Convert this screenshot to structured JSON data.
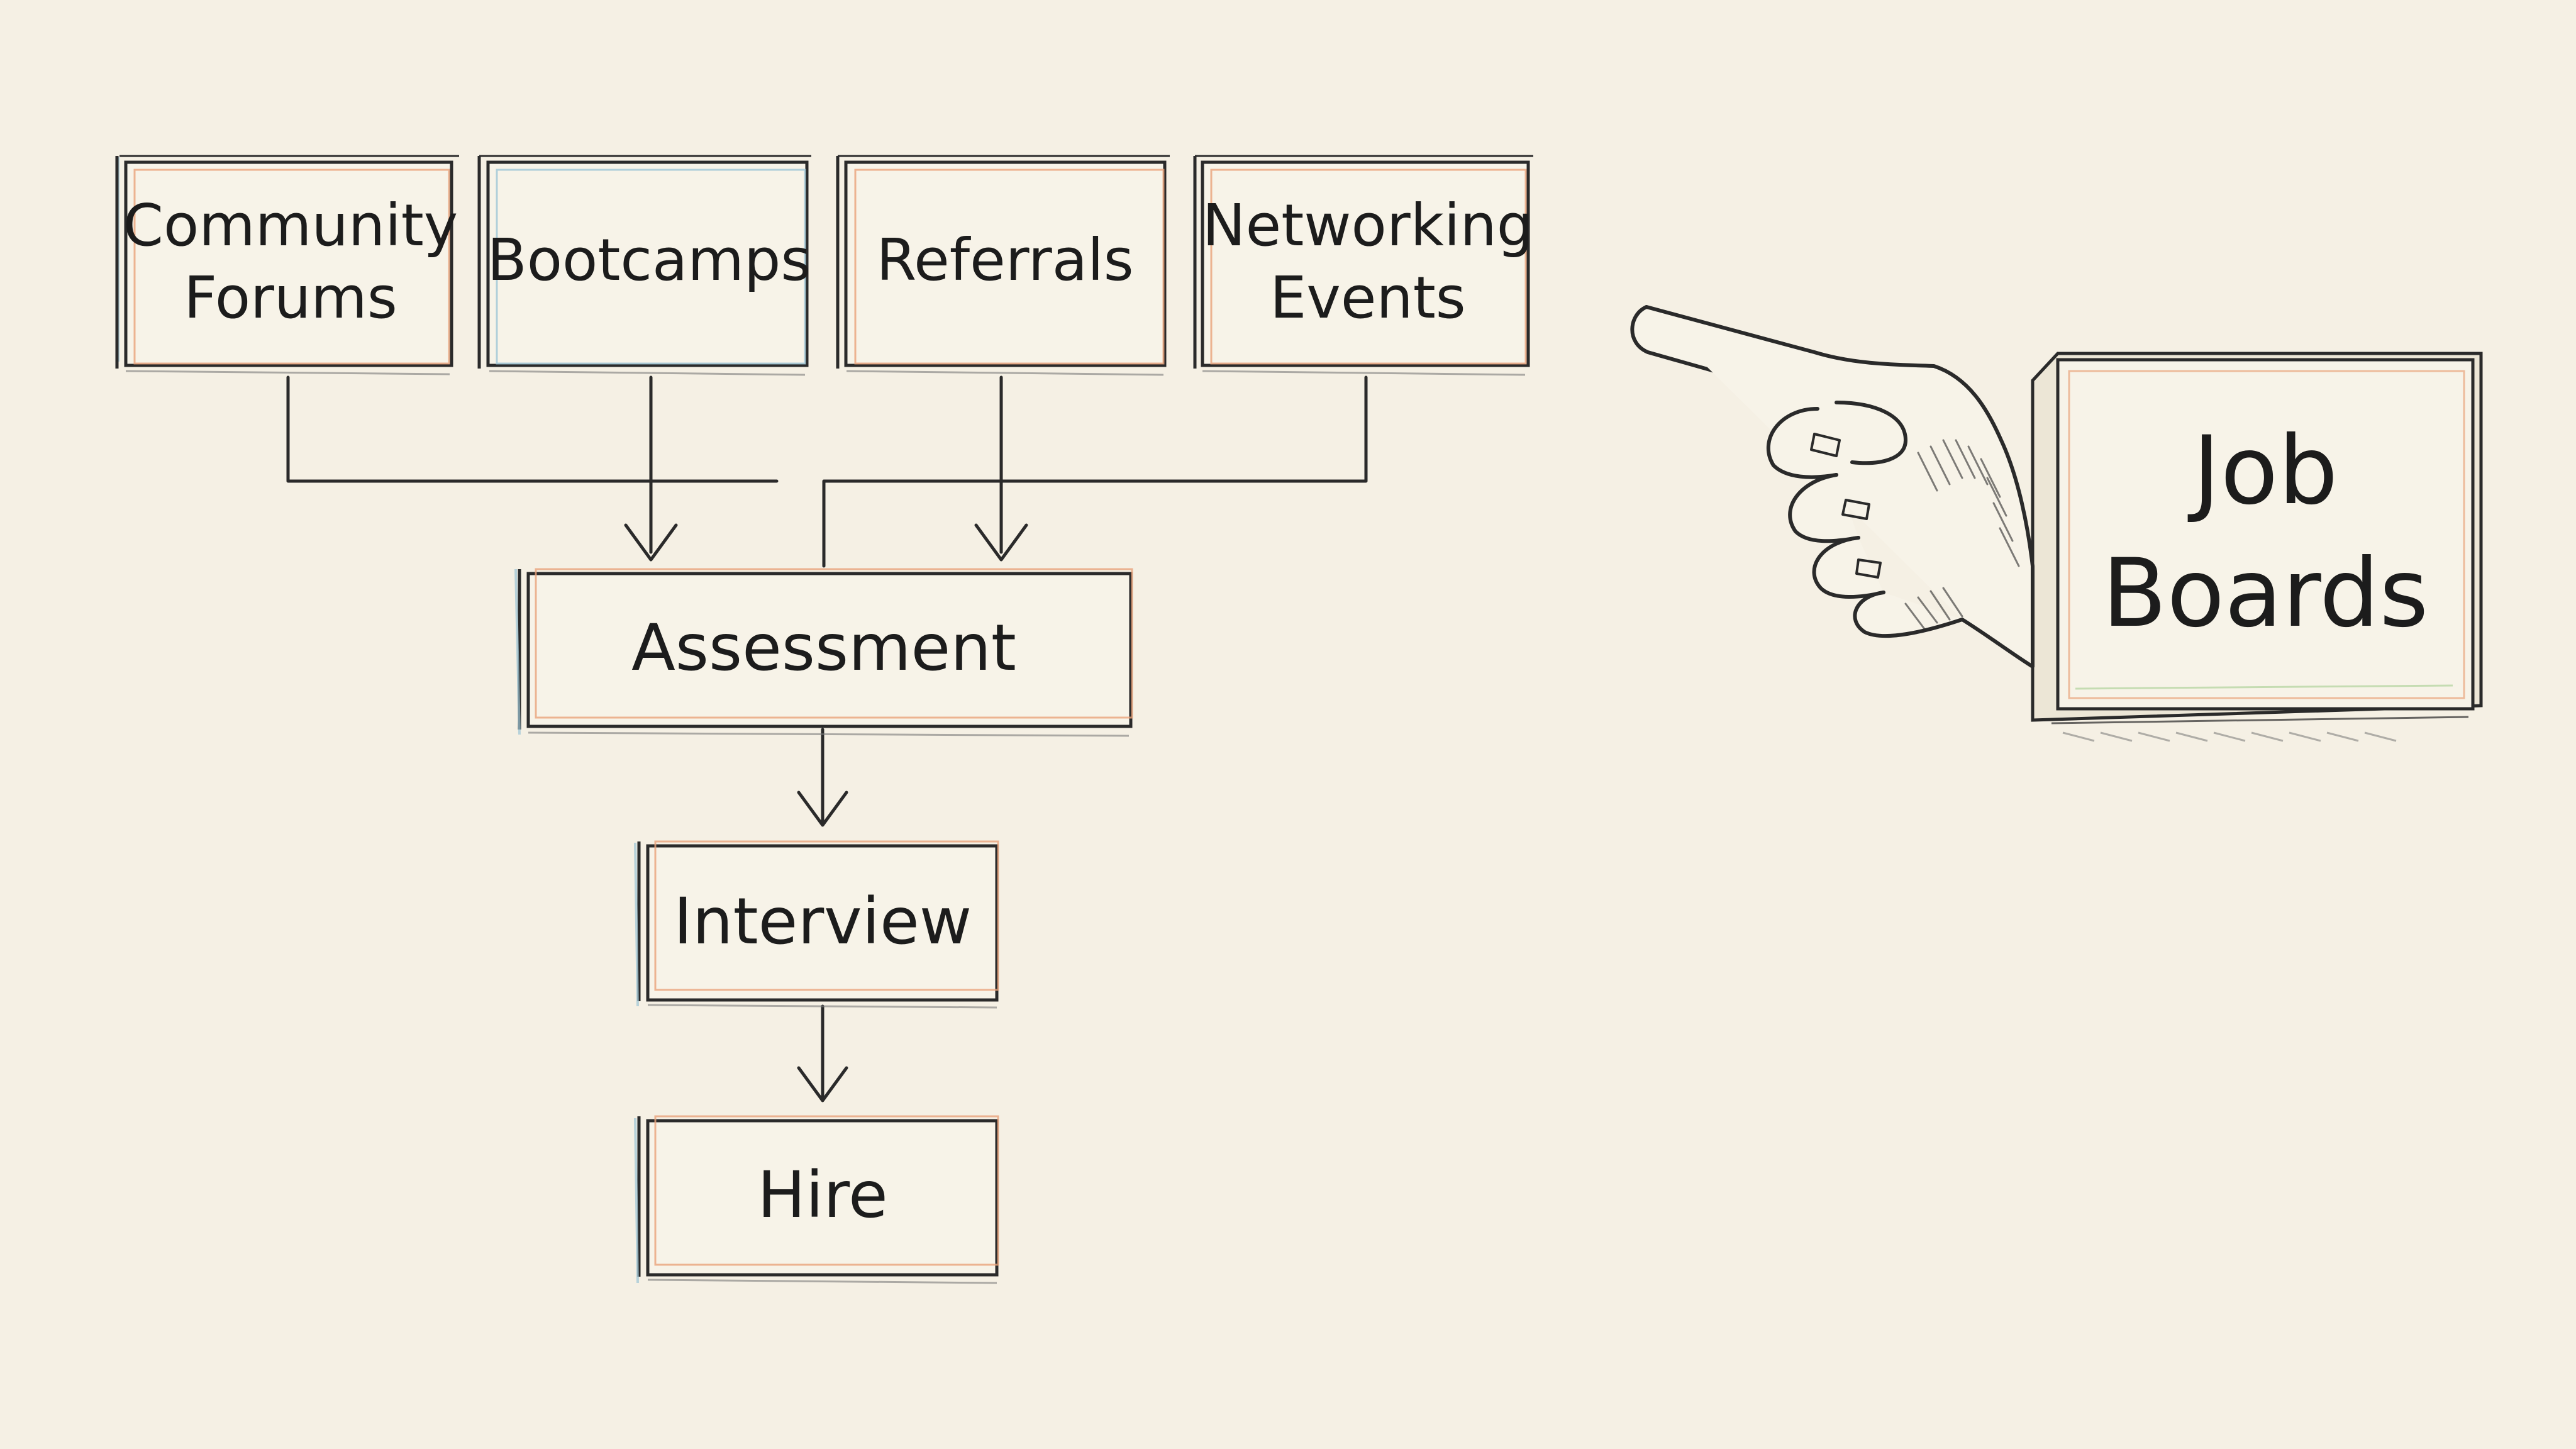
{
  "colors": {
    "background": "#f5f0e4",
    "box_fill": "#f7f3e8",
    "ink": "#2a2a2a",
    "accent_orange": "#e8a27a",
    "accent_blue": "#9ec6d6",
    "accent_green": "#b9d7a5"
  },
  "sources": [
    {
      "id": "community-forums",
      "label_lines": [
        "Community",
        "Forums"
      ]
    },
    {
      "id": "bootcamps",
      "label_lines": [
        "Bootcamps"
      ]
    },
    {
      "id": "referrals",
      "label_lines": [
        "Referrals"
      ]
    },
    {
      "id": "networking-events",
      "label_lines": [
        "Networking",
        "Events"
      ]
    }
  ],
  "pipeline": [
    {
      "id": "assessment",
      "label": "Assessment"
    },
    {
      "id": "interview",
      "label": "Interview"
    },
    {
      "id": "hire",
      "label": "Hire"
    }
  ],
  "job_boards": {
    "label_lines": [
      "Job",
      "Boards"
    ],
    "icon": "pointing-hand-icon"
  }
}
